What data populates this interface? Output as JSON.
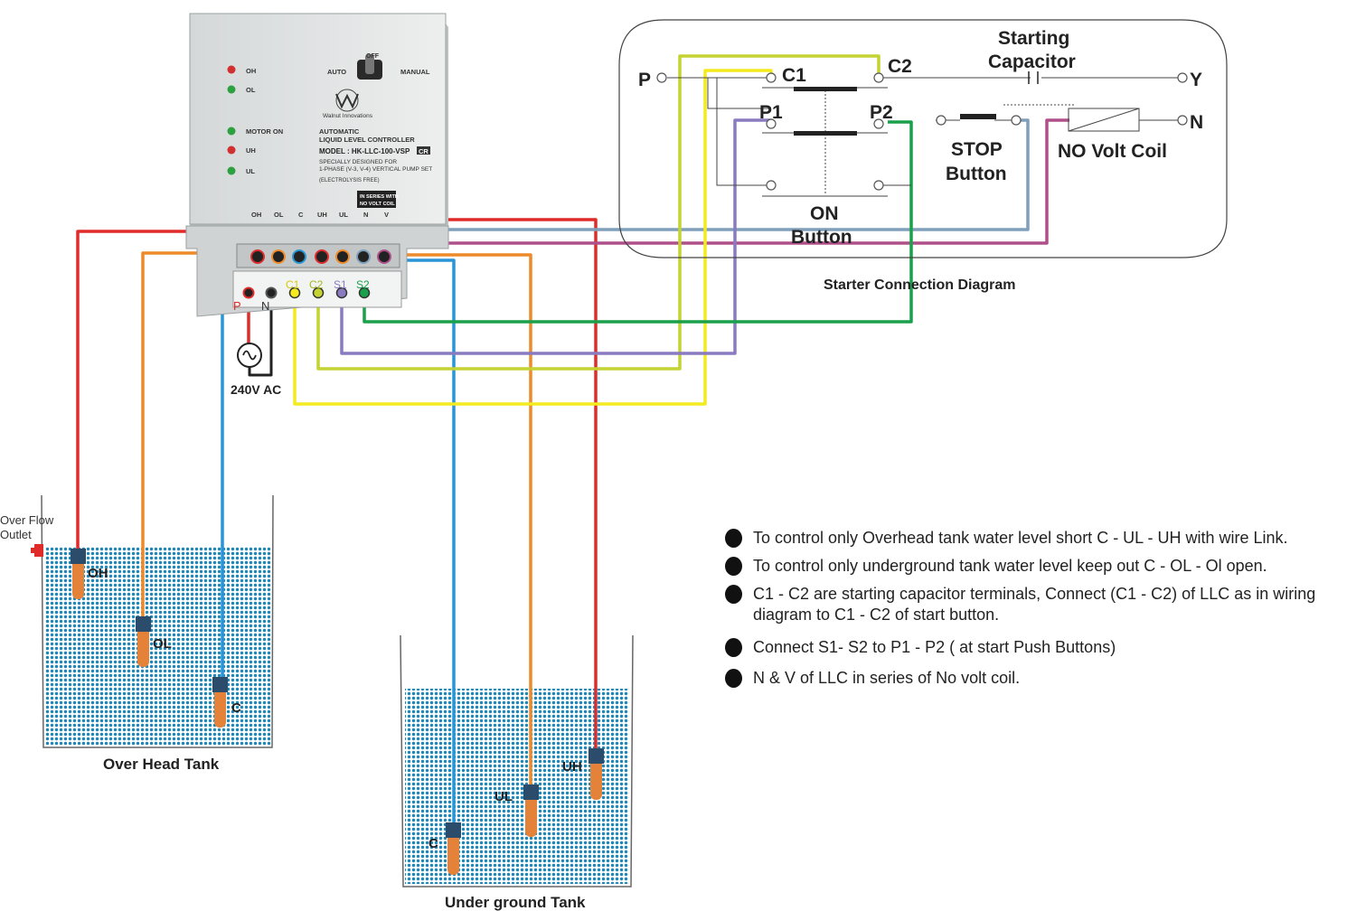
{
  "controller": {
    "indicators": [
      "OH",
      "OL",
      "MOTOR ON",
      "UH",
      "UL"
    ],
    "switch": {
      "auto": "AUTO",
      "off": "OFF",
      "manual": "MANUAL"
    },
    "brand": "Walnut Innovations",
    "type_line1": "AUTOMATIC",
    "type_line2": "LIQUID LEVEL CONTROLLER",
    "model": "MODEL : HK-LLC-100-VSP",
    "model_badge": "CR",
    "desc_line1": "SPECIALLY DESIGNED FOR",
    "desc_line2": "1-PHASE (V-3, V-4) VERTICAL PUMP SET",
    "desc_line3": "(ELECTROLYSIS FREE)",
    "series_note_line1": "IN SERIES WITH",
    "series_note_line2": "NO VOLT COIL",
    "top_terminals": [
      "OH",
      "OL",
      "C",
      "UH",
      "UL",
      "N",
      "V"
    ],
    "bottom_terminals": [
      "P",
      "N",
      "C1",
      "C2",
      "S1",
      "S2"
    ],
    "supply_label": "240V AC"
  },
  "starter": {
    "caption": "Starter Connection Diagram",
    "terminal_p": "P",
    "terminal_c1": "C1",
    "terminal_c2": "C2",
    "terminal_p1": "P1",
    "terminal_p2": "P2",
    "terminal_y": "Y",
    "terminal_n": "N",
    "capacitor_line1": "Starting",
    "capacitor_line2": "Capacitor",
    "stop_line1": "STOP",
    "stop_line2": "Button",
    "coil_label": "NO Volt Coil",
    "on_line1": "ON",
    "on_line2": "Button"
  },
  "overhead_tank": {
    "title": "Over Head Tank",
    "outlet_line1": "Over Flow",
    "outlet_line2": "Outlet",
    "probes": [
      "OH",
      "OL",
      "C"
    ]
  },
  "underground_tank": {
    "title": "Under ground Tank",
    "probes": [
      "UH",
      "UL",
      "C"
    ]
  },
  "notes": [
    "To control only Overhead tank water level short  C - UL - UH with wire Link.",
    "To control only underground tank water level keep out  C - OL - Ol open.",
    "C1 - C2 are starting capacitor terminals, Connect (C1 - C2) of LLC as in wiring diagram to C1 - C2 of start button.",
    "Connect S1- S2 to P1 - P2 ( at start Push Buttons)",
    "N & V of LLC in series of No volt coil."
  ],
  "colors": {
    "red_wire": "#e02b2b",
    "orange_wire": "#ee8a2a",
    "blue_wire": "#2a95d6",
    "yellow_wire": "#f3ea1f",
    "lime_wire": "#c4d232",
    "purple_wire": "#8a7bc0",
    "green_wire": "#1aa04a",
    "steel_wire": "#7f9fba",
    "magenta_wire": "#b0508a",
    "water": "#1f86b8",
    "probe": "#e5823a"
  }
}
